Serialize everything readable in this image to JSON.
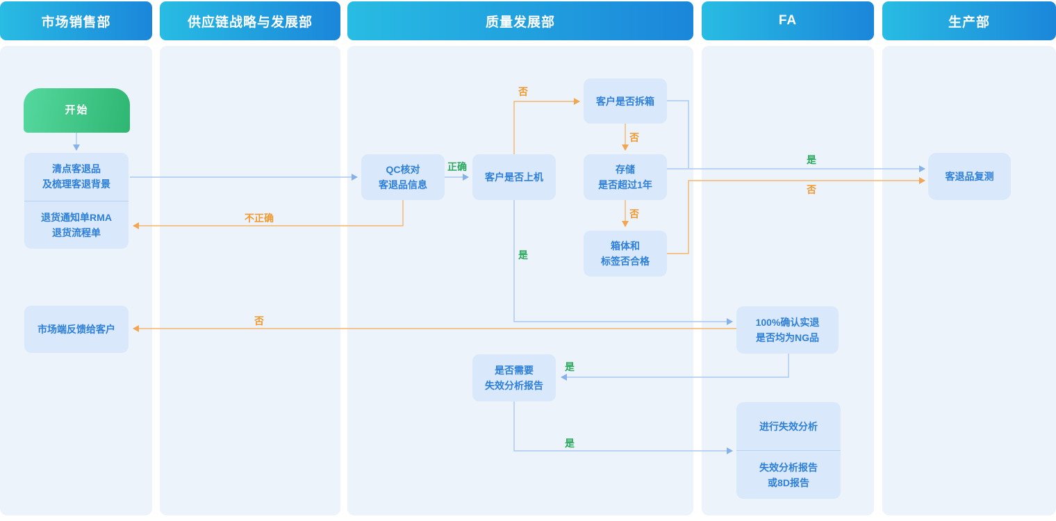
{
  "lanes": [
    {
      "label": "市场销售部"
    },
    {
      "label": "供应链战略与发展部"
    },
    {
      "label": "质量发展部"
    },
    {
      "label": "FA"
    },
    {
      "label": "生产部"
    }
  ],
  "nodes": {
    "start": {
      "label": "开始"
    },
    "inventory": {
      "text": "清点客退品\n及梳理客退背景"
    },
    "rma": {
      "text": "退货通知单RMA\n退货流程单"
    },
    "qc_check": {
      "text": "QC核对\n客退品信息"
    },
    "on_machine": {
      "text": "客户是否上机"
    },
    "unboxed": {
      "text": "客户是否拆箱"
    },
    "storage": {
      "text": "存储\n是否超过1年"
    },
    "box_label": {
      "text": "箱体和\n标签否合格"
    },
    "retest": {
      "text": "客退品复测"
    },
    "feedback": {
      "text": "市场端反馈给客户"
    },
    "confirm_ng": {
      "text": "100%确认实退\n是否均为NG品"
    },
    "need_fa": {
      "text": "是否需要\n失效分析报告"
    },
    "do_fa": {
      "text": "进行失效分析"
    },
    "fa_report": {
      "text": "失效分析报告\n或8D报告"
    }
  },
  "edge_labels": {
    "correct": "正确",
    "incorrect": "不正确",
    "no_onmachine_to_unbox": "否",
    "no_unbox_to_storage": "否",
    "no_storage_to_boxlabel": "否",
    "yes_to_retest": "是",
    "no_to_retest": "否",
    "yes_onmachine_to_ng": "是",
    "no_ng_to_feedback": "否",
    "yes_ng_to_needfa": "是",
    "yes_needfa_to_dofa": "是"
  },
  "colors": {
    "header_gradient_start": "#28bce3",
    "header_gradient_end": "#1b86da",
    "lane_bg": "#edf3fb",
    "node_bg": "#d9e8fa",
    "node_text": "#2d7fd8",
    "start_gradient_start": "#55d89e",
    "start_gradient_end": "#2eb672",
    "line_blue": "#a9c8f1",
    "line_orange": "#f6b468",
    "label_green": "#2ca95f",
    "label_orange": "#f0992e"
  }
}
